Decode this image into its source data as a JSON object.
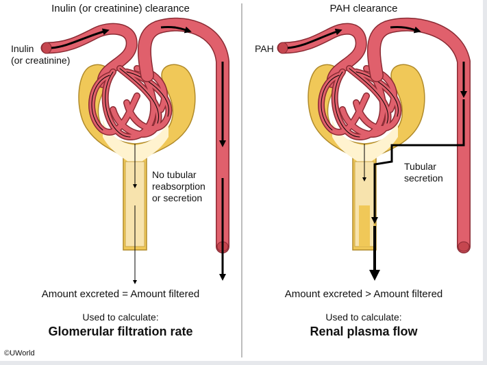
{
  "copyright": "©UWorld",
  "left_panel": {
    "title": "Inulin (or creatinine) clearance",
    "input_label_line1": "Inulin",
    "input_label_line2": "(or creatinine)",
    "annotation_line1": "No tubular",
    "annotation_line2": "reabsorption",
    "annotation_line3": "or secretion",
    "equation": "Amount excreted = Amount filtered",
    "used_to": "Used to calculate:",
    "result": "Glomerular filtration rate"
  },
  "right_panel": {
    "title": "PAH clearance",
    "input_label": "PAH",
    "annotation_line1": "Tubular",
    "annotation_line2": "secretion",
    "equation": "Amount excreted > Amount filtered",
    "used_to": "Used to calculate:",
    "result": "Renal plasma flow"
  },
  "colors": {
    "vessel": "#e0606c",
    "vessel_outline": "#8a2a33",
    "capsule": "#f0c858",
    "capsule_light": "#fff3cf",
    "tubule": "#f7e3ad",
    "divider": "#bdbdbd"
  }
}
